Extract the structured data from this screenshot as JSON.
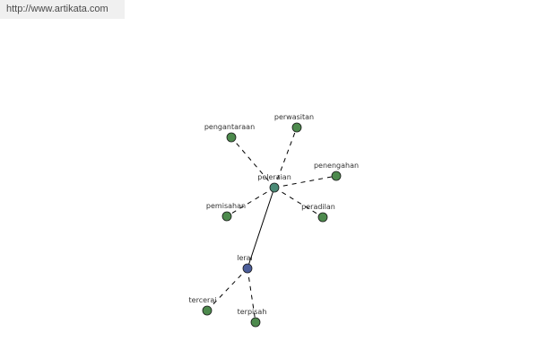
{
  "source": {
    "url": "http://www.artikata.com"
  },
  "graph": {
    "colors": {
      "hub_node": "#4a8a76",
      "word_node": "#4d8a4d",
      "root_node": "#4b5d9a",
      "edge": "#000000",
      "label": "#333333",
      "banner_bg": "#f0f0f0"
    },
    "nodes": [
      {
        "id": "peleraian",
        "label": "peleraian",
        "kind": "hub"
      },
      {
        "id": "lerai",
        "label": "lerai",
        "kind": "root"
      },
      {
        "id": "pengantaraan",
        "label": "pengantaraan",
        "kind": "word"
      },
      {
        "id": "perwasitan",
        "label": "perwasitan",
        "kind": "word"
      },
      {
        "id": "penengahan",
        "label": "penengahan",
        "kind": "word"
      },
      {
        "id": "pemisahan",
        "label": "pemisahan",
        "kind": "word"
      },
      {
        "id": "peradilan",
        "label": "peradilan",
        "kind": "word"
      },
      {
        "id": "tercerai",
        "label": "tercerai",
        "kind": "word"
      },
      {
        "id": "terpisah",
        "label": "terpisah",
        "kind": "word"
      }
    ],
    "edges": [
      {
        "from": "lerai",
        "to": "peleraian",
        "style": "solid"
      },
      {
        "from": "peleraian",
        "to": "pengantaraan",
        "style": "dashed"
      },
      {
        "from": "peleraian",
        "to": "perwasitan",
        "style": "dashed"
      },
      {
        "from": "peleraian",
        "to": "penengahan",
        "style": "dashed"
      },
      {
        "from": "peleraian",
        "to": "pemisahan",
        "style": "dashed"
      },
      {
        "from": "peleraian",
        "to": "peradilan",
        "style": "dashed"
      },
      {
        "from": "lerai",
        "to": "tercerai",
        "style": "dashed"
      },
      {
        "from": "lerai",
        "to": "terpisah",
        "style": "dashed"
      }
    ]
  }
}
